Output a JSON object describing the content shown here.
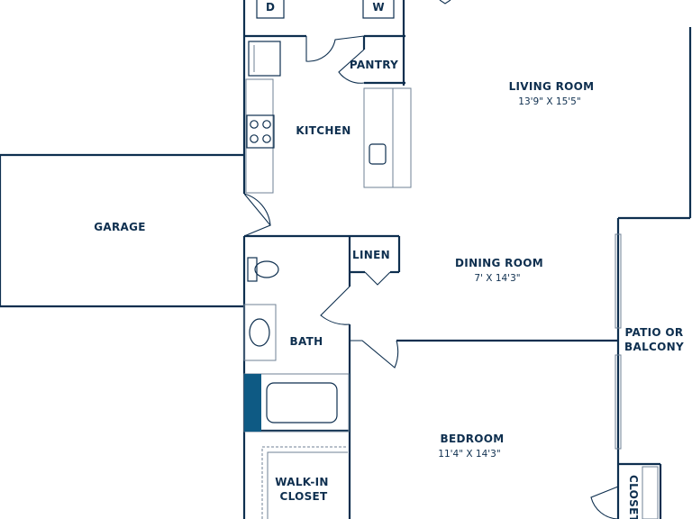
{
  "rooms": {
    "living": {
      "label": "LIVING ROOM",
      "dims": "13'9\" X 15'5\""
    },
    "kitchen": {
      "label": "KITCHEN"
    },
    "pantry": {
      "label": "PANTRY"
    },
    "garage": {
      "label": "GARAGE"
    },
    "linen": {
      "label": "LINEN"
    },
    "dining": {
      "label": "DINING ROOM",
      "dims": "7' X 14'3\""
    },
    "bath": {
      "label": "BATH"
    },
    "patio": {
      "label_line1": "PATIO OR",
      "label_line2": "BALCONY"
    },
    "bedroom": {
      "label": "BEDROOM",
      "dims": "11'4\" X 14'3\""
    },
    "walkin": {
      "label_line1": "WALK-IN",
      "label_line2": "CLOSET"
    },
    "closet": {
      "label": "CLOSET"
    }
  },
  "appliances": {
    "dryer": "D",
    "washer": "W"
  },
  "colors": {
    "wall": "#0e2f4f",
    "fixture_line": "#6f8295",
    "tub_accent": "#0e5a84",
    "background": "#ffffff"
  }
}
